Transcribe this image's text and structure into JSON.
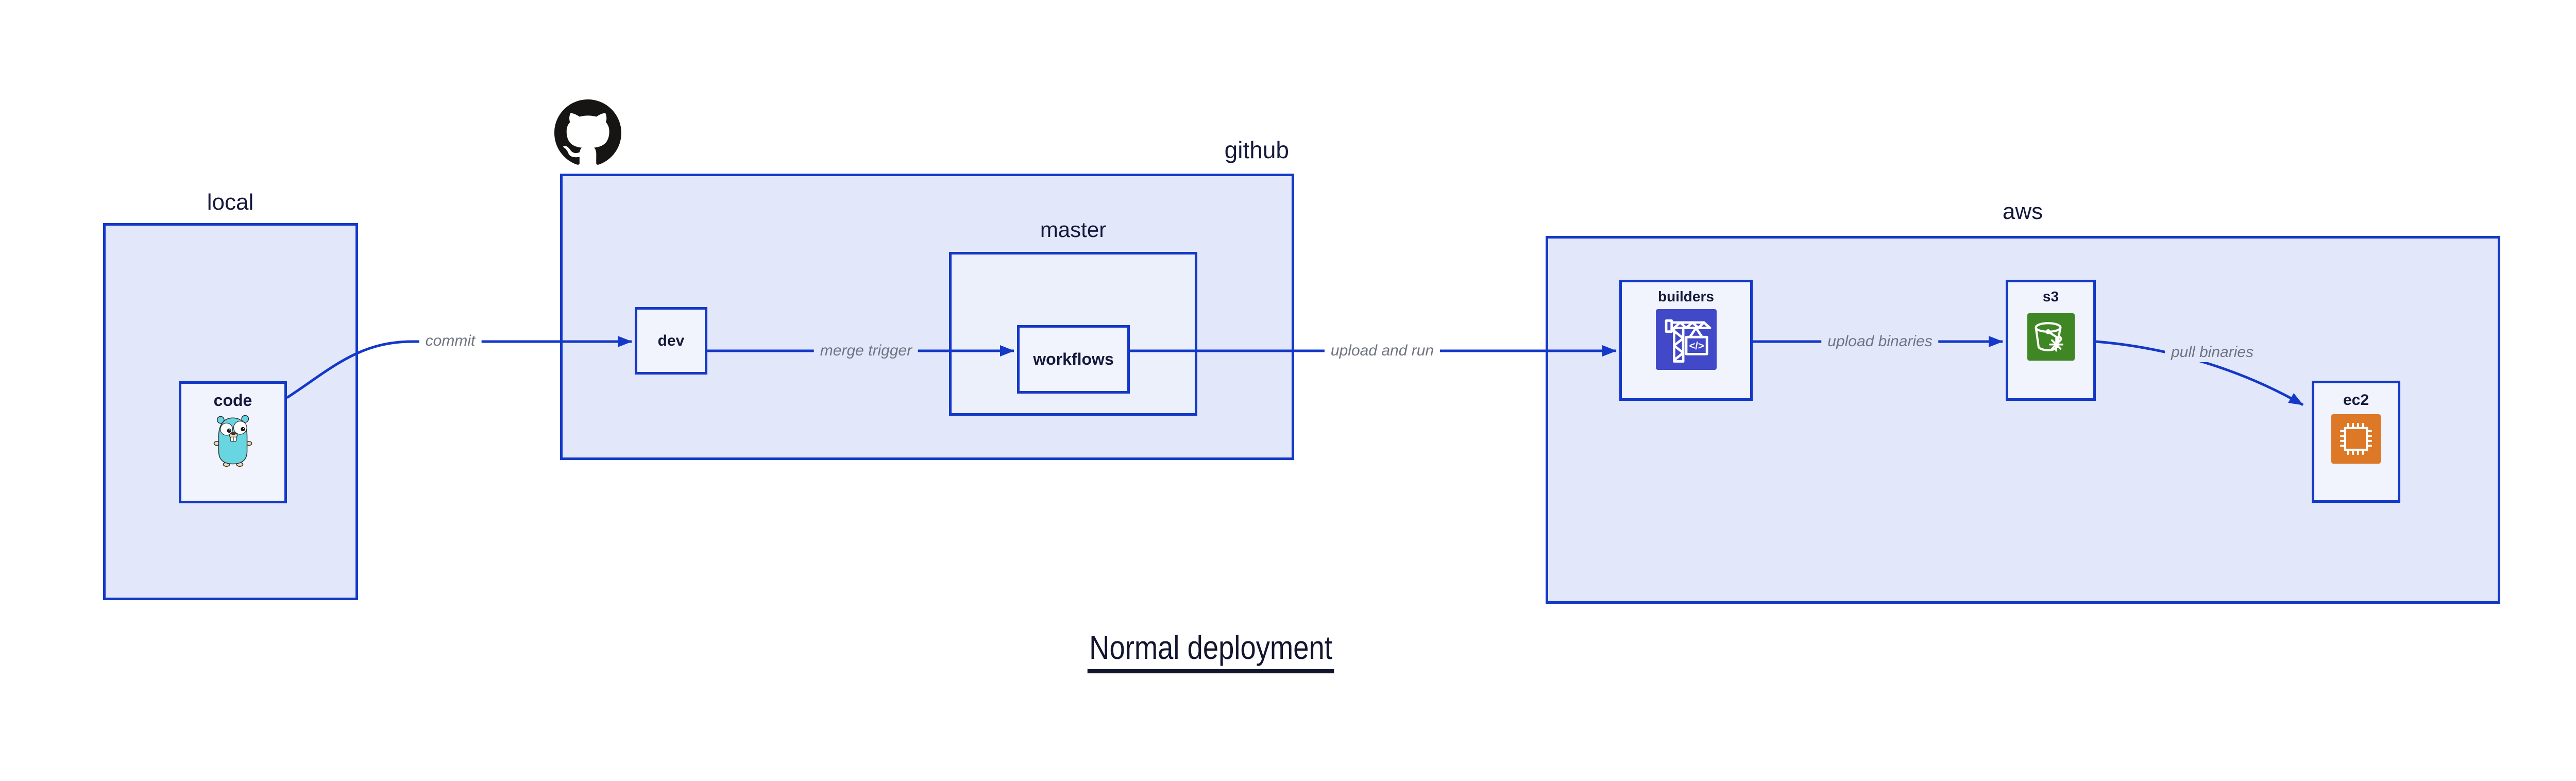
{
  "diagram_title": "Normal deployment",
  "colors": {
    "line_blue": "#1438C8",
    "group_fill": "#E2E8FA",
    "master_fill": "#EBF0FB",
    "node_fill": "#F1F4FC",
    "label_navy": "#151A3C",
    "edge_label_gray": "#6F7480",
    "codebuild_indigo": "#4149C9",
    "s3_green": "#3F8624",
    "ec2_orange": "#DC7826",
    "gopher_teal": "#67D6E0",
    "octocat_black": "#171513"
  },
  "groups": {
    "local": {
      "label": "local"
    },
    "github": {
      "label": "github"
    },
    "master": {
      "label": "master"
    },
    "aws": {
      "label": "aws"
    }
  },
  "nodes": {
    "code": {
      "label": "code",
      "icon": "go-gopher"
    },
    "dev": {
      "label": "dev"
    },
    "workflows": {
      "label": "workflows"
    },
    "builders": {
      "label": "builders",
      "icon": "aws-codebuild-crane",
      "icon_glyph": "</>"
    },
    "s3": {
      "label": "s3",
      "icon": "aws-s3-glacier-bucket"
    },
    "ec2": {
      "label": "ec2",
      "icon": "aws-ec2-chip"
    }
  },
  "edges": [
    {
      "from": "code",
      "to": "dev",
      "label": "commit"
    },
    {
      "from": "dev",
      "to": "workflows",
      "label": "merge trigger"
    },
    {
      "from": "workflows",
      "to": "builders",
      "label": "upload and run"
    },
    {
      "from": "builders",
      "to": "s3",
      "label": "upload binaries"
    },
    {
      "from": "s3",
      "to": "ec2",
      "label": "pull binaries"
    }
  ]
}
